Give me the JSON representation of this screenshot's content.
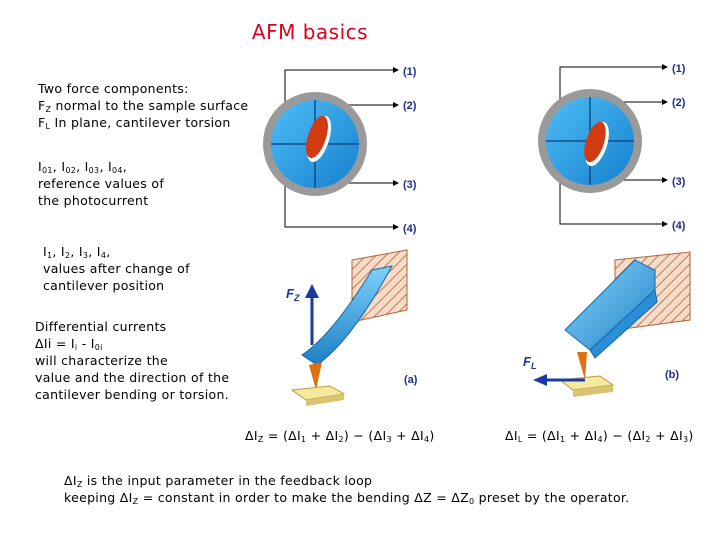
{
  "title": "AFM basics",
  "block1": {
    "line1": "Two force components:",
    "line2_sym": "F",
    "line2_sub": "Z",
    "line2_rest": " normal to the sample surface",
    "line3_sym": "F",
    "line3_sub": "L",
    "line3_rest": " In plane, cantilever torsion"
  },
  "block2": {
    "line1_html_parts": [
      "I",
      "01",
      ", I",
      "02",
      ", I",
      "03",
      ", I",
      "04",
      ","
    ],
    "line2": "reference values of",
    "line3": "the photocurrent"
  },
  "block3": {
    "line1_parts": [
      "I",
      "1",
      ", I",
      "2",
      ", I",
      "3",
      ", I",
      "4",
      ","
    ],
    "line2": "values after change of",
    "line3": "cantilever position"
  },
  "block4": {
    "line1": "Differential currents",
    "line2_a": "ΔIi = I",
    "line2_sub1": "i",
    "line2_b": " - I",
    "line2_sub2": "0i",
    "line3": "will characterize the",
    "line4": "value and the direction of the",
    "line5": "cantilever bending or torsion."
  },
  "diagram_left": {
    "labels": [
      "(1)",
      "(2)",
      "(3)",
      "(4)"
    ]
  },
  "diagram_right": {
    "labels": [
      "(1)",
      "(2)",
      "(3)",
      "(4)"
    ]
  },
  "cantilever_left": {
    "force_label": "F",
    "force_sub": "Z",
    "caption": "(a)"
  },
  "cantilever_right": {
    "force_label": "F",
    "force_sub": "L",
    "caption": "(b)"
  },
  "eq_z": "ΔI_Z = (ΔI_1 + ΔI_2) − (ΔI_3 + ΔI_4)",
  "eq_l": "ΔI_L = (ΔI_1 + ΔI_4) − (ΔI_2 + ΔI_3)",
  "footer": {
    "line1_a": "ΔI",
    "line1_sub": "Z",
    "line1_b": " is the input parameter in the feedback loop",
    "line2_a": "keeping ΔI",
    "line2_sub1": "Z",
    "line2_b": " = constant in order to make the bending ΔZ = ΔZ",
    "line2_sub2": "0",
    "line2_c": " preset by the operator."
  },
  "colors": {
    "title": "#e0001b",
    "photodiode_blue": "#1e9ee8",
    "ring_grey": "#9a9a9a",
    "spot_red": "#d23a12",
    "arrow_blue": "#1a3aa0",
    "hatch": "#c87850"
  }
}
